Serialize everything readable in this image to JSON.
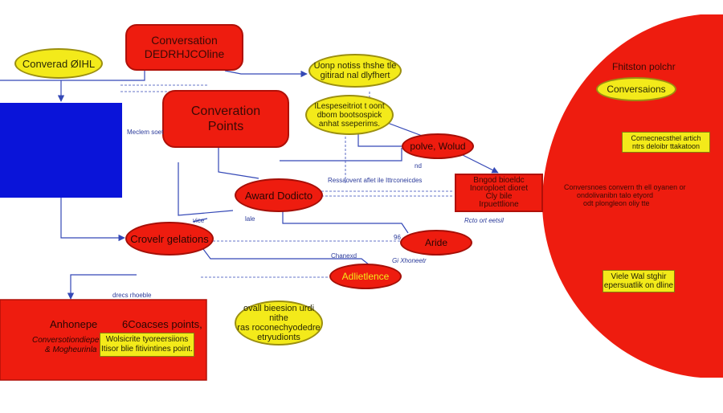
{
  "colors": {
    "red": "#ee1c0f",
    "yellow": "#f3ea1a",
    "blue": "#0a14d9",
    "connector": "#3448b6"
  },
  "nodes": {
    "conversation_deck": {
      "line1": "Conversation",
      "line2": "DEDRHJCOline"
    },
    "converad_oval": "Converad ØIHL",
    "top_right_oval": {
      "line1": "Uonp notiss thshe tle",
      "line2": "gitirad nal dlyfhert"
    },
    "conversation_points": {
      "line1": "Converation",
      "line2": "Points"
    },
    "yellow_mid_oval": {
      "line1": "ILespeseitriot t oont",
      "line2": "dbom bootsospick",
      "line3": "anhat sseperims."
    },
    "polve_wolud": "polve, Wolud",
    "award_dodicto": "Award Dodicto",
    "center_rect": {
      "line1": "Bngod bioeldc",
      "line2": "Inoroploet dioret",
      "line3": "Cly bile",
      "line4": "Irpuettlione"
    },
    "crovelr_gelations": "Crovelr gelations",
    "aride": "Aride",
    "adlietlence": "Adlietlence",
    "bottom_left": {
      "heading_left": "Anhonepe",
      "heading_right": "6Coacses points,",
      "sub_left_1": "Conversotiondiepe",
      "sub_left_2": "& Mogheurinla",
      "box_line1": "Wolsicrite tyoreersiions",
      "box_line2": "Itisor blie fitivintines point."
    },
    "bottom_oval": {
      "line1": "ovall bieesion urdi nithe",
      "line2": "ras roconechyodedre",
      "line3": "etryudionts"
    }
  },
  "right_panel": {
    "title": "Fhitston polchr",
    "conversations": "Conversaions",
    "box1": {
      "line1": "Cornecnecsthel artich",
      "line2": "ntrs deloibr ttakatoon"
    },
    "text": {
      "line1": "Conversnoes convern th ell oyanen or",
      "line2": "ondolivanibn talo etyord",
      "line3": "odt plongleon oliy tte"
    },
    "box2": {
      "line1": "Viele Wal stghir",
      "line2": "epersuatlik on dline"
    }
  },
  "edge_labels": {
    "l1": "Meclem soet",
    "l2": "Ressaovent aflet ile Ittrconeicdes",
    "l3": "vice",
    "l4": "lale",
    "l5": "96",
    "l6": "Chanexd",
    "l7": "Gi Xhoneetr",
    "l8": "drecs rhoeble",
    "l9": "nd",
    "l10": "Rcto ort eetsil"
  }
}
